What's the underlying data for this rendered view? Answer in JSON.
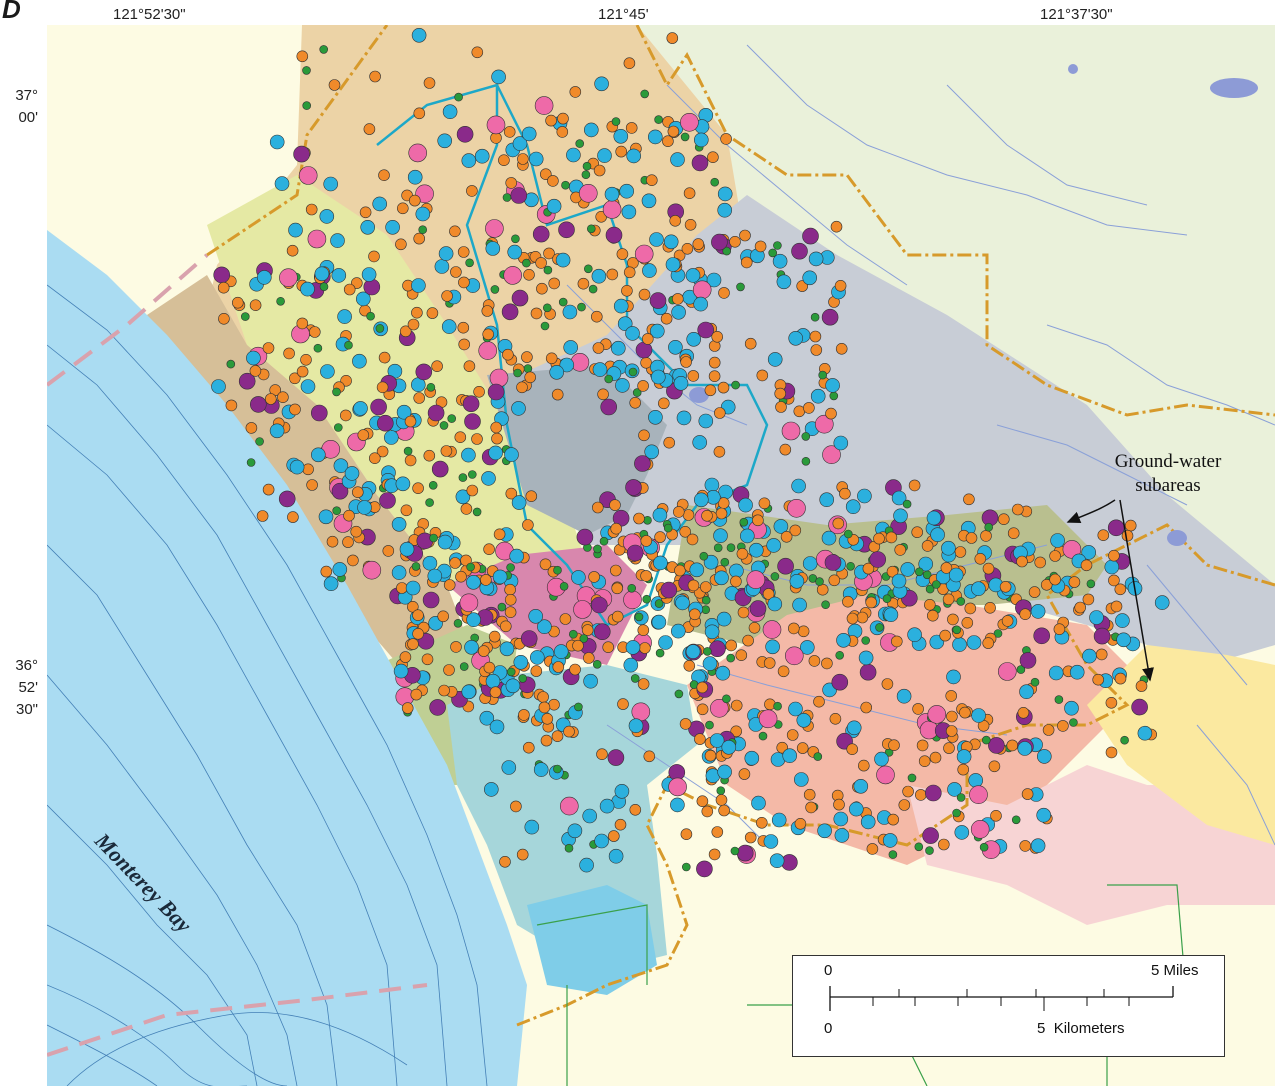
{
  "panel_letter": "D",
  "longitude_labels": [
    "121°52'30\"",
    "121°45'",
    "121°37'30\""
  ],
  "latitude_labels": [
    {
      "lines": [
        "37°",
        "00'"
      ]
    },
    {
      "lines": [
        "36°",
        "52'",
        "30\""
      ]
    }
  ],
  "place_label": "Monterey Bay",
  "annotation": {
    "lines": [
      "Ground-water",
      "subareas"
    ]
  },
  "scale_bar": {
    "miles": {
      "zero": "0",
      "max": "5",
      "unit": "Miles"
    },
    "kilometers": {
      "zero": "0",
      "max": "5",
      "unit": "Kilometers"
    }
  },
  "colors": {
    "bay": "#aadcf2",
    "land": "#fdfbe3",
    "upland": "#eaf1da",
    "boundary": "#d79a2b",
    "well_orange": "#f08a2a",
    "well_cyan": "#2bb0de",
    "well_green": "#2a9a3a",
    "well_purple": "#8a2a8a",
    "well_pink": "#ee6aa8"
  }
}
